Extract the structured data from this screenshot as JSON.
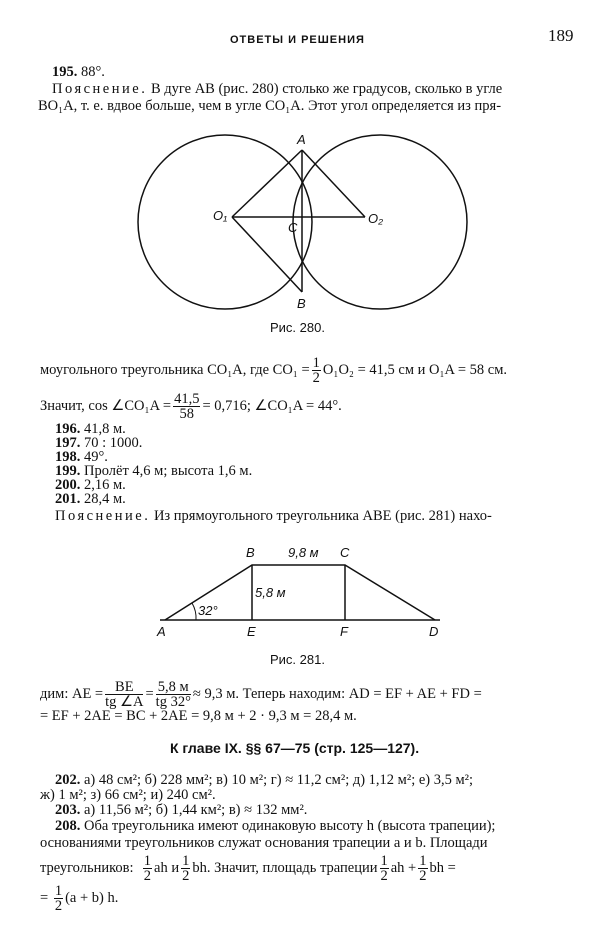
{
  "header": {
    "title": "ОТВЕТЫ И РЕШЕНИЯ",
    "page_number": "189"
  },
  "p195": {
    "num": "195.",
    "answer": "88°.",
    "line1_lead": "Пояснение.",
    "line1_rest": "В дуге AB (рис. 280) столько же градусов, сколько в угле",
    "line2": "BO₁A, т. е. вдвое больше, чем в угле CO₁A. Этот угол определяется из пря-",
    "line3_a": "моугольного треугольника  CO₁A, где CO₁ =",
    "line3_num": "1",
    "line3_den": "2",
    "line3_b": "O₁O₂ = 41,5 см и O₁A = 58 см.",
    "line4_a": "Значит, cos ∠CO₁A =",
    "line4_num": "41,5",
    "line4_den": "58",
    "line4_b": "= 0,716;  ∠CO₁A = 44°."
  },
  "fig280": {
    "caption": "Рис. 280.",
    "labels": {
      "A": "A",
      "B": "B",
      "C": "C",
      "O1": "O₁",
      "O2": "O₂"
    }
  },
  "answers": [
    {
      "num": "196.",
      "text": "41,8 м."
    },
    {
      "num": "197.",
      "text": "70 : 1000."
    },
    {
      "num": "198.",
      "text": "49°."
    },
    {
      "num": "199.",
      "text": "Пролёт 4,6 м; высота 1,6 м."
    },
    {
      "num": "200.",
      "text": "2,16 м."
    },
    {
      "num": "201.",
      "text": "28,4 м."
    }
  ],
  "p201": {
    "lead": "Пояснение.",
    "rest": "Из прямоугольного треугольника  ABE  (рис. 281)  нахо-",
    "f1_a": "дим: AE =",
    "f1_num1": "BE",
    "f1_den1": "tg ∠A",
    "f1_eq": "=",
    "f1_num2": "5,8 м",
    "f1_den2": "tg 32°",
    "f1_b": "≈ 9,3 м. Теперь находим:  AD = EF + AE + FD =",
    "f2": "= EF + 2AE = BC + 2AE = 9,8 м + 2 · 9,3 м = 28,4 м."
  },
  "fig281": {
    "caption": "Рис. 281.",
    "labels": {
      "A": "A",
      "B": "B",
      "C": "C",
      "D": "D",
      "E": "E",
      "F": "F",
      "bc": "9,8 м",
      "be": "5,8 м",
      "angle": "32°"
    }
  },
  "section": {
    "title": "К главе IX. §§ 67—75 (стр. 125—127)."
  },
  "p202": {
    "num": "202.",
    "line1": "а) 48 см²; б) 228 мм²; в) 10 м²; г) ≈ 11,2 см²;  д) 1,12 м²;  е) 3,5 м²;",
    "line2": "ж) 1 м²; з) 66 см²; и) 240 см²."
  },
  "p203": {
    "num": "203.",
    "text": "а) 11,56 м²; б) 1,44 км²; в) ≈ 132 мм²."
  },
  "p208": {
    "num": "208.",
    "line1": "Оба треугольника имеют одинаковую высоту  h  (высота  трапеции);",
    "line2": "основаниями треугольников  служат  основания  трапеции  a  и  b.  Площади",
    "line3_a": "треугольников:",
    "f_num": "1",
    "f_den": "2",
    "line3_b": "ah  и",
    "line3_c": "bh. Значит, площадь трапеции",
    "line3_d": "ah +",
    "line3_e": "bh =",
    "line4_a": "=",
    "line4_b": "(a + b) h."
  }
}
